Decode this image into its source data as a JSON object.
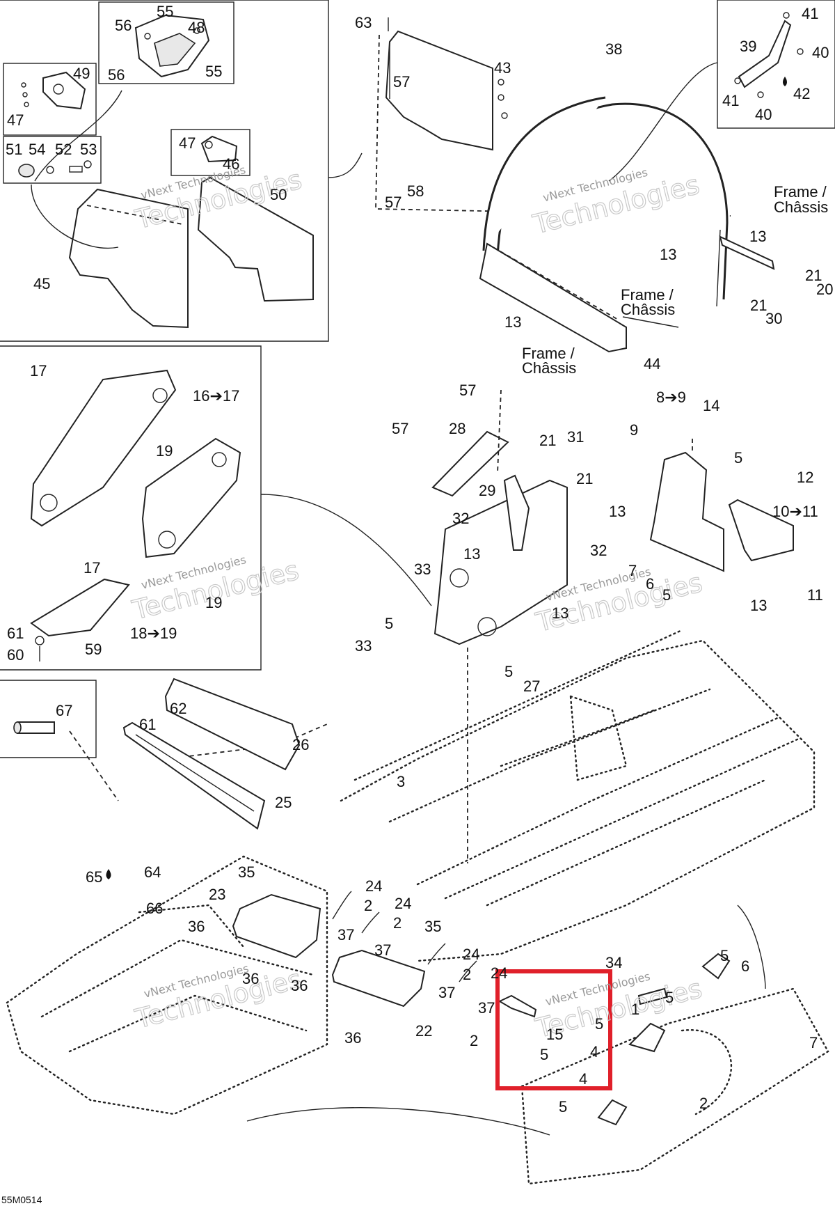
{
  "diagram": {
    "reference_code": "55M0514",
    "watermark_line1": "vNext Technologies",
    "watermark_line2": "Technologies",
    "frame_label_line1": "Frame /",
    "frame_label_line2": "Châssis",
    "highlight_color": "#e0202a",
    "callouts": {
      "c1": "1",
      "c2a": "2",
      "c2b": "2",
      "c2c": "2",
      "c2d": "2",
      "c2e": "2",
      "c3": "3",
      "c4a": "4",
      "c4b": "4",
      "c5a": "5",
      "c5b": "5",
      "c5c": "5",
      "c5d": "5",
      "c5e": "5",
      "c5f": "5",
      "c5g": "5",
      "c5h": "5",
      "c5i": "5",
      "c6a": "6",
      "c6b": "6",
      "c7a": "7",
      "c7b": "7",
      "c8": "8➔9",
      "c9": "9",
      "c10": "10➔11",
      "c11": "11",
      "c12": "12",
      "c13a": "13",
      "c13b": "13",
      "c13c": "13",
      "c13d": "13",
      "c13e": "13",
      "c13f": "13",
      "c13g": "13",
      "c14": "14",
      "c15": "15",
      "c16": "16➔17",
      "c17a": "17",
      "c17b": "17",
      "c18": "18➔19",
      "c19a": "19",
      "c19b": "19",
      "c20": "20",
      "c21a": "21",
      "c21b": "21",
      "c21c": "21",
      "c21d": "21",
      "c22": "22",
      "c23": "23",
      "c24a": "24",
      "c24b": "24",
      "c24c": "24",
      "c24d": "24",
      "c25": "25",
      "c26": "26",
      "c27": "27",
      "c28": "28",
      "c29": "29",
      "c30": "30",
      "c31": "31",
      "c32a": "32",
      "c32b": "32",
      "c33a": "33",
      "c33b": "33",
      "c34": "34",
      "c35a": "35",
      "c35b": "35",
      "c36a": "36",
      "c36b": "36",
      "c36c": "36",
      "c36d": "36",
      "c37a": "37",
      "c37b": "37",
      "c37c": "37",
      "c37d": "37",
      "c38": "38",
      "c39": "39",
      "c40a": "40",
      "c40b": "40",
      "c41a": "41",
      "c41b": "41",
      "c42": "42",
      "c43": "43",
      "c44": "44",
      "c45": "45",
      "c46": "46",
      "c47a": "47",
      "c47b": "47",
      "c48": "48",
      "c49": "49",
      "c50": "50",
      "c51": "51",
      "c52": "52",
      "c53": "53",
      "c54": "54",
      "c55a": "55",
      "c55b": "55",
      "c56a": "56",
      "c56b": "56",
      "c57a": "57",
      "c57b": "57",
      "c57c": "57",
      "c57d": "57",
      "c58": "58",
      "c59": "59",
      "c60": "60",
      "c61a": "61",
      "c61b": "61",
      "c62": "62",
      "c63": "63",
      "c64": "64",
      "c65": "65",
      "c66": "66",
      "c67": "67"
    }
  }
}
